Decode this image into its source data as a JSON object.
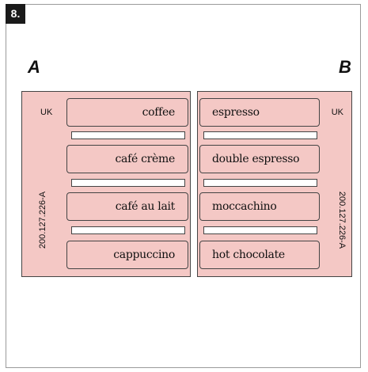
{
  "step": "8.",
  "panel_a": {
    "letter": "A",
    "country": "UK",
    "code": "200.127.226-A",
    "buttons": [
      "coffee",
      "café crème",
      "café au lait",
      "cappuccino"
    ]
  },
  "panel_b": {
    "letter": "B",
    "country": "UK",
    "code": "200.127.226-A",
    "buttons": [
      "espresso",
      "double espresso",
      "moccachino",
      "hot chocolate"
    ]
  },
  "colors": {
    "panel_fill": "#f4c8c5",
    "outline": "#444444",
    "badge": "#1a1a1a"
  }
}
